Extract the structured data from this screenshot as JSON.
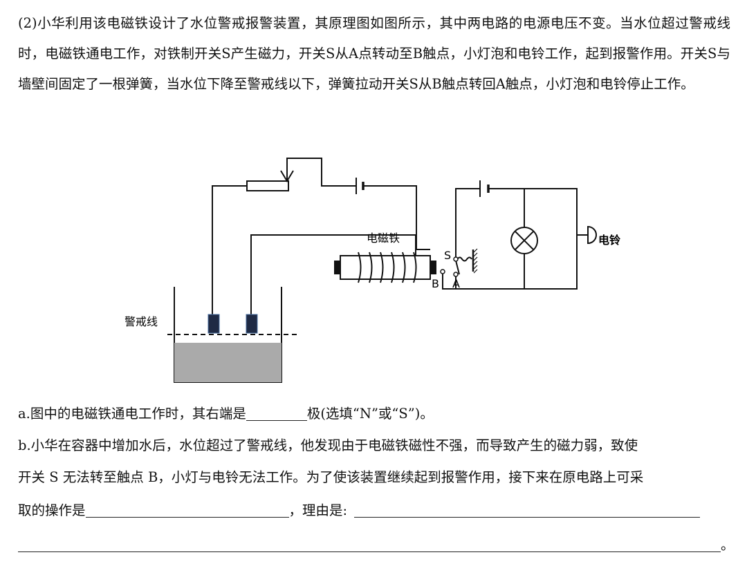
{
  "intro": "(2)小华利用该电磁铁设计了水位警戒报警装置，其原理图如图所示，其中两电路的电源电压不变。当水位超过警戒线时，电磁铁通电工作，对铁制开关S产生磁力，开关S从A点转动至B触点，小灯泡和电铃工作，起到报警作用。开关S与墙壁间固定了一根弹簧，当水位下降至警戒线以下，弹簧拉动开关S从B触点转回A触点，小灯泡和电铃停止工作。",
  "figure": {
    "electromagnet_label": "电磁铁",
    "bell_label": "电铃",
    "warning_line_label": "警戒线",
    "switch_label": "S",
    "contact_a_label": "A",
    "contact_b_label": "B"
  },
  "question_a": {
    "before": "a.图中的电磁铁通电工作时，其右端是",
    "after": "极(选填“N”或“S”)。"
  },
  "question_b": {
    "line1": "b.小华在容器中增加水后，水位超过了警戒线，他发现由于电磁铁磁性不强，而导致产生的磁力弱，致使",
    "line2": "开关 S 无法转至触点 B，小灯与电铃无法工作。为了使该装置继续起到报警作用，接下来在原电路上可采",
    "line3_before": "取的操作是",
    "line3_mid": "，理由是:",
    "line4_end": "。"
  }
}
